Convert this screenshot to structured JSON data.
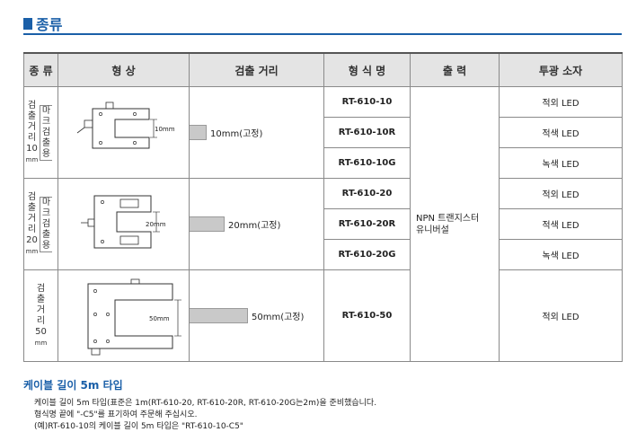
{
  "section_title": "종류",
  "headers": [
    "종 류",
    "형 상",
    "검출 거리",
    "형 식 명",
    "출 력",
    "투광 소자"
  ],
  "groups": [
    {
      "category_chars": [
        "검",
        "출",
        "거",
        "리",
        "10",
        "mm"
      ],
      "sub_chars": [
        "마",
        "크",
        "검",
        "출",
        "용"
      ],
      "diagram_label": "10mm",
      "distance_label": "10mm(고정)",
      "rows": [
        {
          "model": "RT-610-10",
          "element": "적외 LED"
        },
        {
          "model": "RT-610-10R",
          "element": "적색 LED"
        },
        {
          "model": "RT-610-10G",
          "element": "녹색 LED"
        }
      ]
    },
    {
      "category_chars": [
        "검",
        "출",
        "거",
        "리",
        "20",
        "mm"
      ],
      "sub_chars": [
        "마",
        "크",
        "검",
        "출",
        "용"
      ],
      "diagram_label": "20mm",
      "distance_label": "20mm(고정)",
      "rows": [
        {
          "model": "RT-610-20",
          "element": "적외 LED"
        },
        {
          "model": "RT-610-20R",
          "element": "적색 LED"
        },
        {
          "model": "RT-610-20G",
          "element": "녹색 LED"
        }
      ]
    },
    {
      "category_chars": [
        "검",
        "출",
        "거",
        "리",
        "50",
        "mm"
      ],
      "sub_chars": [],
      "diagram_label": "50mm",
      "distance_label": "50mm(고정)",
      "rows": [
        {
          "model": "RT-610-50",
          "element": "적외 LED"
        }
      ]
    }
  ],
  "output_lines": [
    "NPN 트랜지스터",
    "유니버설"
  ],
  "note_title": "케이블 길이 5m 타입",
  "note_lines": [
    "케이블 길이 5m 타입(표준은 1m(RT-610-20, RT-610-20R, RT-610-20G는2m)을 준비했습니다.",
    "형식명 끝에 \"-C5\"를 표기하여 주문해 주십시오.",
    "(예)RT-610-10의 케이블 길이 5m 타입은 \"RT-610-10-C5\""
  ]
}
